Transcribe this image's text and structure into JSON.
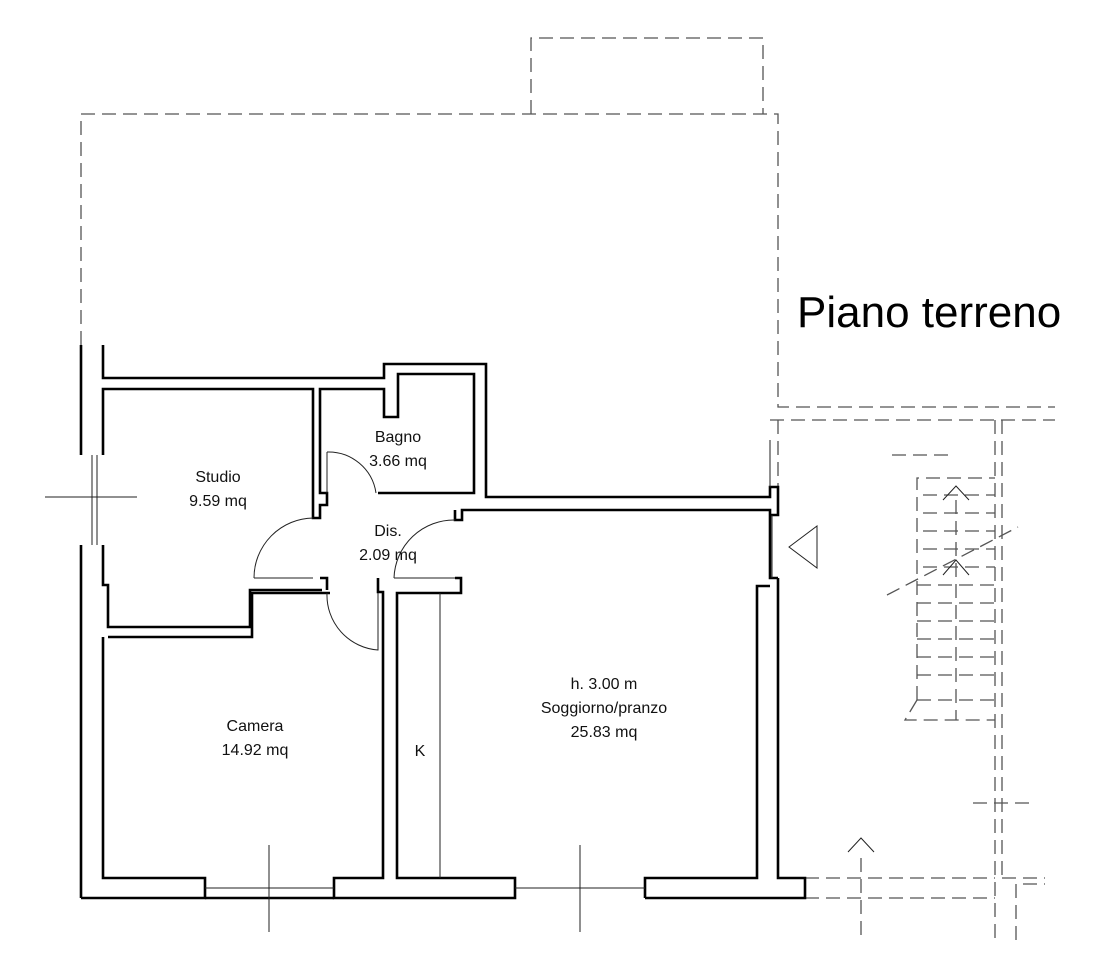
{
  "title": "Piano terreno",
  "rooms": [
    {
      "name": "Studio",
      "area": "9.59 mq"
    },
    {
      "name": "Bagno",
      "area": "3.66 mq"
    },
    {
      "name": "Dis.",
      "area": "2.09 mq"
    },
    {
      "name": "Camera",
      "area": "14.92 mq"
    },
    {
      "name": "Soggiorno/pranzo",
      "area": "25.83 mq",
      "height": "h. 3.00 m"
    }
  ],
  "kitchen_mark": "K",
  "colors": {
    "wall": "#000000",
    "dashed": "#555555",
    "background": "#ffffff"
  }
}
